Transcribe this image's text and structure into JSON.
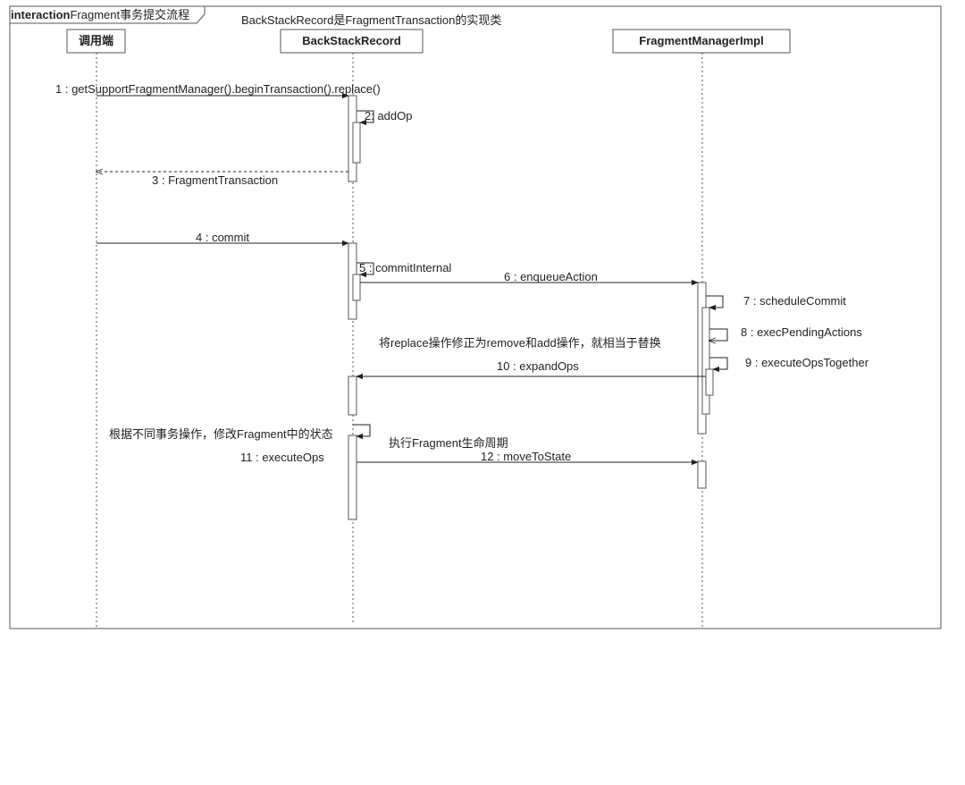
{
  "frame": {
    "keyword": "interaction",
    "title": "Fragment事务提交流程"
  },
  "notes": {
    "top": "BackStackRecord是FragmentTransaction的实现类",
    "replace": "将replace操作修正为remove和add操作，就相当于替换",
    "state": "根据不同事务操作，修改Fragment中的状态",
    "lifecycle": "执行Fragment生命周期"
  },
  "participants": [
    {
      "name": "调用端"
    },
    {
      "name": "BackStackRecord"
    },
    {
      "name": "FragmentManagerImpl"
    }
  ],
  "messages": [
    {
      "label": "1 : getSupportFragmentManager().beginTransaction().replace()",
      "from": 0,
      "to": 1,
      "kind": "call"
    },
    {
      "label": "2: addOp",
      "from": 1,
      "to": 1,
      "kind": "self"
    },
    {
      "label": "3 : FragmentTransaction",
      "from": 1,
      "to": 0,
      "kind": "return"
    },
    {
      "label": "4 : commit",
      "from": 0,
      "to": 1,
      "kind": "call"
    },
    {
      "label": "5 : commitInternal",
      "from": 1,
      "to": 1,
      "kind": "self"
    },
    {
      "label": "6 : enqueueAction",
      "from": 1,
      "to": 2,
      "kind": "call"
    },
    {
      "label": "7 : scheduleCommit",
      "from": 2,
      "to": 2,
      "kind": "self"
    },
    {
      "label": "8 : execPendingActions",
      "from": 2,
      "to": 2,
      "kind": "self"
    },
    {
      "label": "9 : executeOpsTogether",
      "from": 2,
      "to": 2,
      "kind": "self"
    },
    {
      "label": "10 : expandOps",
      "from": 2,
      "to": 1,
      "kind": "call"
    },
    {
      "label": "11 : executeOps",
      "from": 1,
      "to": 1,
      "kind": "self"
    },
    {
      "label": "12 : moveToState",
      "from": 1,
      "to": 2,
      "kind": "call"
    }
  ]
}
